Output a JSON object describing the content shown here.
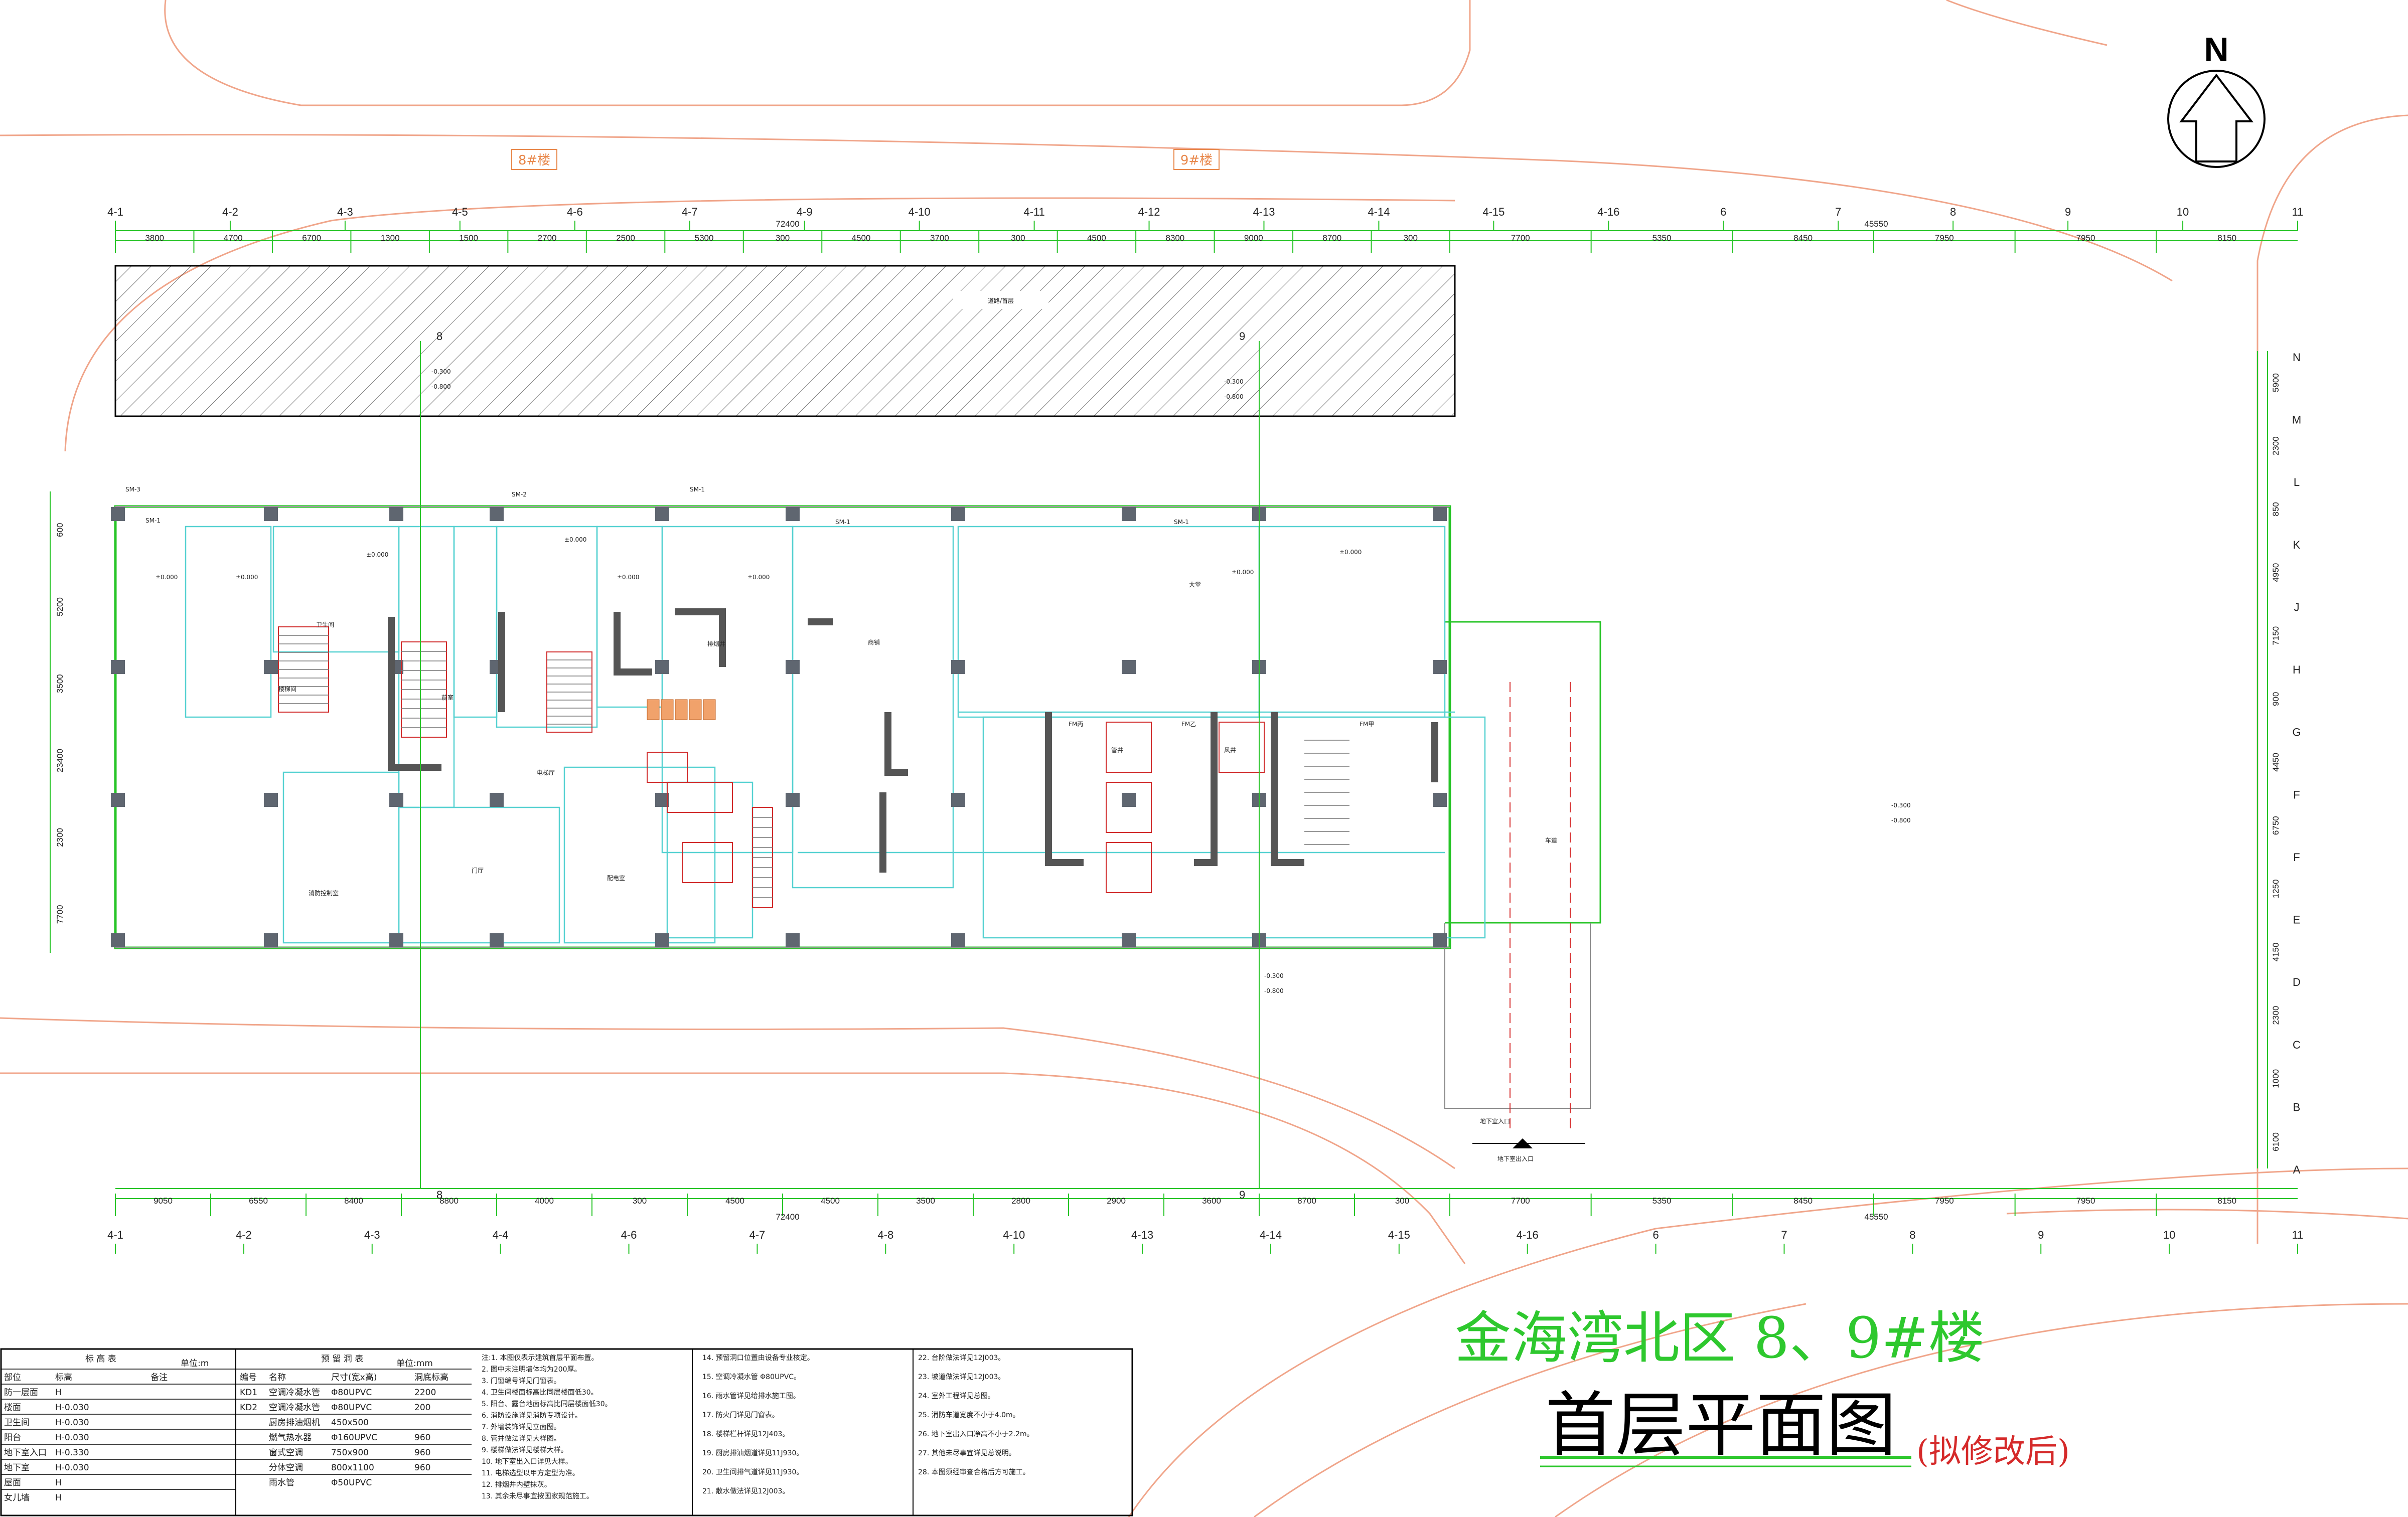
{
  "north_label": "N",
  "building_tags": [
    "8#楼",
    "9#楼"
  ],
  "top_total": "72400",
  "top_right_total": "45550",
  "bottom_total": "72400",
  "bottom_right_total": "45550",
  "top_dims": [
    "3800",
    "4700",
    "6700",
    "1300",
    "1500",
    "2700",
    "2500",
    "5300",
    "300",
    "4500",
    "3700",
    "300",
    "4500",
    "8300",
    "9000",
    "8700",
    "300"
  ],
  "top_right_dims": [
    "7700",
    "5350",
    "8450",
    "7950",
    "7950",
    "8150"
  ],
  "bottom_dims": [
    "9050",
    "6550",
    "8400",
    "8800",
    "4000",
    "300",
    "4500",
    "4500",
    "3500",
    "2800",
    "2900",
    "3600",
    "8700",
    "300"
  ],
  "bottom_right_dims": [
    "7700",
    "5350",
    "8450",
    "7950",
    "7950",
    "8150"
  ],
  "right_dims": [
    "5900",
    "2300",
    "850",
    "4950",
    "7150",
    "900",
    "4450",
    "6750",
    "1250",
    "4150",
    "2300",
    "1000",
    "6100"
  ],
  "left_dims": [
    "600",
    "5200",
    "3500",
    "23400",
    "2300",
    "7700"
  ],
  "col_labels_top": [
    "4-1",
    "4-2",
    "4-3",
    "4-5",
    "4-6",
    "4-7",
    "4-9",
    "4-10",
    "4-11",
    "4-12",
    "4-13",
    "4-14",
    "4-15",
    "4-16",
    "6",
    "7",
    "8",
    "9",
    "10",
    "11"
  ],
  "col_labels_bottom": [
    "4-1",
    "4-2",
    "4-3",
    "4-4",
    "4-6",
    "4-7",
    "4-8",
    "4-10",
    "4-13",
    "4-14",
    "4-15",
    "4-16",
    "6",
    "7",
    "8",
    "9",
    "10",
    "11"
  ],
  "row_labels_right": [
    "N",
    "M",
    "L",
    "K",
    "J",
    "H",
    "G",
    "F",
    "F",
    "E",
    "D",
    "C",
    "B",
    "A"
  ],
  "axis_markers": [
    "8",
    "9",
    "8",
    "9"
  ],
  "level_marks": [
    "±0.000",
    "±0.000",
    "±0.000",
    "±0.000",
    "±0.000",
    "±0.000",
    "±0.000",
    "±0.000"
  ],
  "elev_mark_a": "-0.300",
  "elev_mark_b": "-0.800",
  "room_labels": [
    "SM-1",
    "SM-3",
    "SM-2",
    "SM-1",
    "SM-1",
    "SM-1",
    "FM丙",
    "FM乙",
    "FM甲",
    "消防控制室",
    "楼梯间",
    "电梯厅",
    "前室",
    "配电室",
    "商铺",
    "门厅",
    "大堂",
    "车道",
    "地下室入口",
    "排烟井",
    "管井",
    "风井",
    "卫生间"
  ],
  "road_label": "道路/首层",
  "entrance_label": "地下室出入口",
  "title_line1": "金海湾北区 8、9#楼",
  "title_line2": "首层平面图",
  "title_note": "(拟修改后)",
  "table1": {
    "title": "标 高 表",
    "unit": "单位:m",
    "rows": [
      [
        "部位",
        "标高",
        "备注"
      ],
      [
        "防一层面",
        "H",
        ""
      ],
      [
        "楼面",
        "H-0.030",
        ""
      ],
      [
        "卫生间",
        "H-0.030",
        ""
      ],
      [
        "阳台",
        "H-0.030",
        ""
      ],
      [
        "地下室入口",
        "H-0.330",
        ""
      ],
      [
        "地下室",
        "H-0.030",
        ""
      ],
      [
        "屋面",
        "H",
        ""
      ],
      [
        "女儿墙",
        "H",
        ""
      ]
    ]
  },
  "table2": {
    "title": "预 留 洞 表",
    "unit": "单位:mm",
    "rows": [
      [
        "编号",
        "名称",
        "尺寸(宽x高)",
        "洞底标高"
      ],
      [
        "KD1",
        "空调冷凝水管",
        "Φ80UPVC",
        "2200"
      ],
      [
        "KD2",
        "空调冷凝水管",
        "Φ80UPVC",
        "200"
      ],
      [
        "",
        "厨房排油烟机",
        "450x500",
        ""
      ],
      [
        "",
        "燃气热水器",
        "Φ160UPVC",
        "960"
      ],
      [
        "",
        "窗式空调",
        "750x900",
        "960"
      ],
      [
        "",
        "分体空调",
        "800x1100",
        "960"
      ],
      [
        "",
        "雨水管",
        "Φ50UPVC",
        ""
      ]
    ]
  },
  "notes": [
    "注:1. 本图仅表示建筑首层平面布置。",
    "2. 图中未注明墙体均为200厚。",
    "3. 门窗编号详见门窗表。",
    "4. 卫生间楼面标高比同层楼面低30。",
    "5. 阳台、露台地面标高比同层楼面低30。",
    "6. 消防设施详见消防专项设计。",
    "7. 外墙装饰详见立面图。",
    "8. 管井做法详见大样图。",
    "9. 楼梯做法详见楼梯大样。",
    "10. 地下室出入口详见大样。",
    "11. 电梯选型以甲方定型为准。",
    "12. 排烟井内壁抹灰。",
    "13. 其余未尽事宜按国家规范施工。"
  ],
  "notes_right": [
    "14. 预留洞口位置由设备专业核定。",
    "15. 空调冷凝水管 Φ80UPVC。",
    "16. 雨水管详见给排水施工图。",
    "17. 防火门详见门窗表。",
    "18. 楼梯栏杆详见12J403。",
    "19. 厨房排油烟道详见11J930。",
    "20. 卫生间排气道详见11J930。",
    "21. 散水做法详见12J003。",
    "22. 台阶做法详见12J003。",
    "23. 坡道做法详见12J003。",
    "24. 室外工程详见总图。",
    "25. 消防车道宽度不小于4.0m。",
    "26. 地下室出入口净高不小于2.2m。",
    "27. 其他未尽事宜详见总说明。",
    "28. 本图须经审查合格后方可施工。"
  ]
}
